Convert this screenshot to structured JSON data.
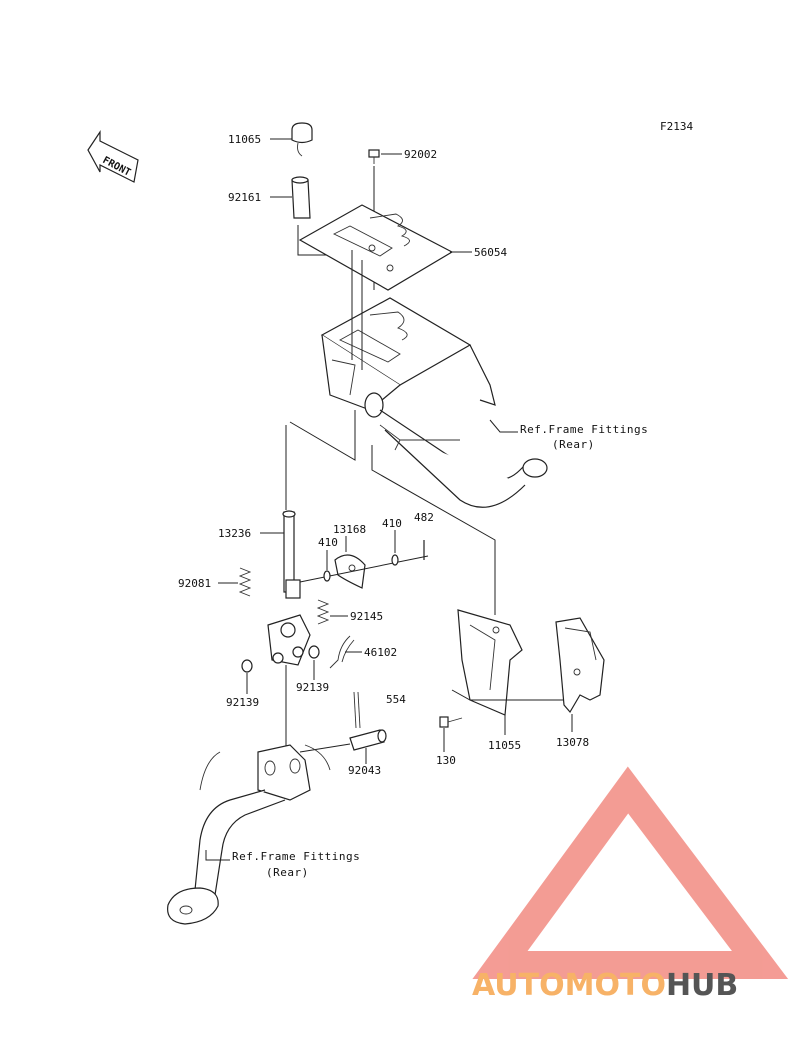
{
  "figure_code": "F2134",
  "front_marker": "FRONT",
  "parts": {
    "p11065": "11065",
    "p92002": "92002",
    "p92161": "92161",
    "p56054": "56054",
    "p13236": "13236",
    "p13168": "13168",
    "p410a": "410",
    "p410b": "410",
    "p482": "482",
    "p92081": "92081",
    "p92145": "92145",
    "p46102": "46102",
    "p92139a": "92139",
    "p92139b": "92139",
    "p554": "554",
    "p92043": "92043",
    "p130": "130",
    "p11055": "11055",
    "p13078": "13078"
  },
  "refs": {
    "upper_line1": "Ref.Frame Fittings",
    "upper_line2": "(Rear)",
    "lower_line1": "Ref.Frame Fittings",
    "lower_line2": "(Rear)"
  },
  "watermark": {
    "part1": "AUTOMOTO",
    "part2": "HUB",
    "color1": "#f7b267",
    "color2": "#555555",
    "logo_color": "#f28b82"
  }
}
